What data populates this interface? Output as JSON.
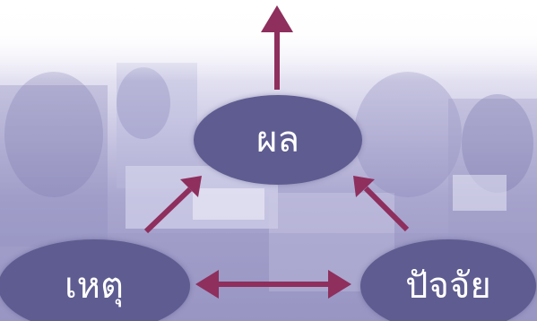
{
  "nodes": {
    "effect": "ผล",
    "cause": "เหตุ",
    "factor": "ปัจจัย"
  },
  "colors": {
    "node_fill": "#5e5c90",
    "arrow": "#8e2f5d",
    "background_tint": "#a9a6cf"
  },
  "relations": [
    {
      "from": "cause",
      "to": "effect",
      "direction": "one-way"
    },
    {
      "from": "factor",
      "to": "effect",
      "direction": "one-way"
    },
    {
      "from": "cause",
      "to": "factor",
      "direction": "two-way"
    },
    {
      "from": "effect",
      "to": "outward",
      "direction": "one-way"
    }
  ]
}
